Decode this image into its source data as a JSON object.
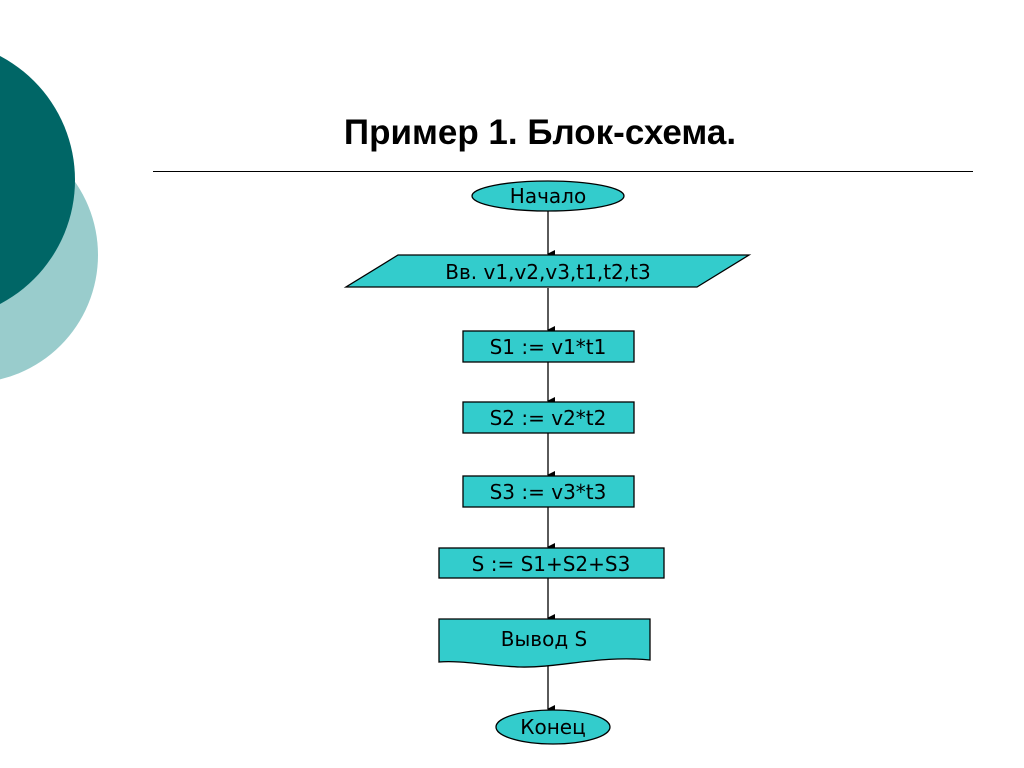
{
  "title": "Пример 1. Блок-схема.",
  "colors": {
    "shape_fill": "#33CCCC",
    "decor_dark": "#006666",
    "decor_light": "#99CCCC"
  },
  "blocks": {
    "start": "Начало",
    "input": "Вв. v1,v2,v3,t1,t2,t3",
    "calc_s1": "S1 := v1*t1",
    "calc_s2": "S2 := v2*t2",
    "calc_s3": "S3 := v3*t3",
    "calc_sum": "S := S1+S2+S3",
    "output": "Вывод S",
    "end": "Конец"
  }
}
